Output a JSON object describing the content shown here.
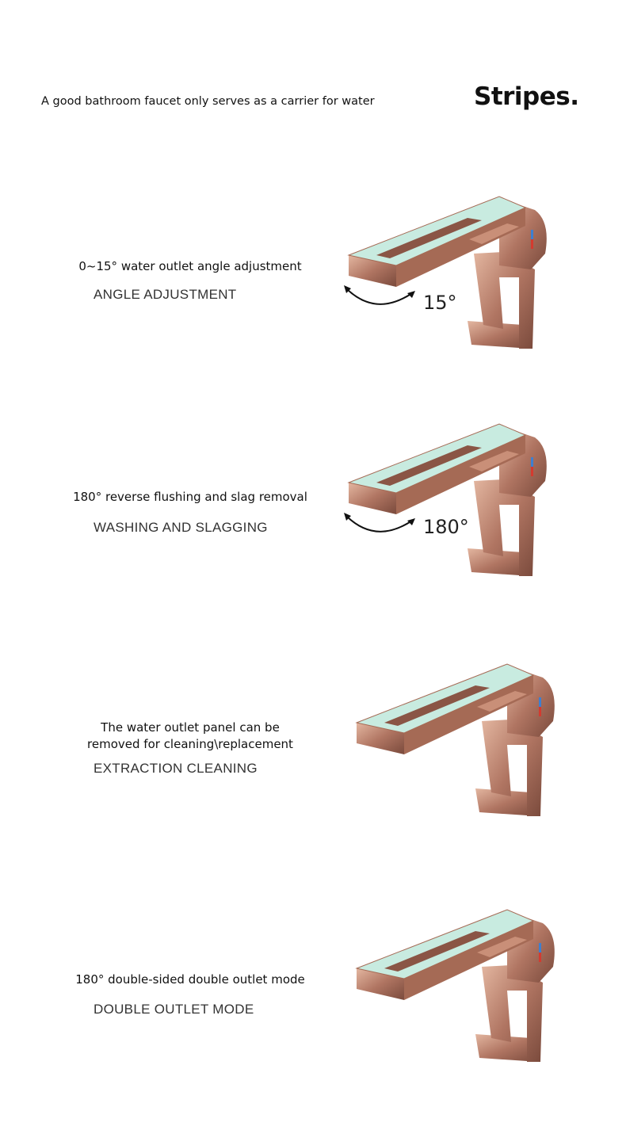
{
  "header": {
    "tagline": "A good bathroom faucet only serves as a carrier for water",
    "brand": "Stripes."
  },
  "features": [
    {
      "title": "0~15° water outlet angle adjustment",
      "subtitle": "ANGLE ADJUSTMENT",
      "angle_label": "15°"
    },
    {
      "title": "180° reverse flushing and slag removal",
      "subtitle": "WASHING AND SLAGGING",
      "angle_label": "180°"
    },
    {
      "title_lines": [
        "The water outlet panel can be",
        "removed for cleaning\\replacement"
      ],
      "subtitle": "EXTRACTION CLEANING"
    },
    {
      "title": "180° double-sided double outlet mode",
      "subtitle": "DOUBLE OUTLET MODE"
    }
  ],
  "colors": {
    "rose_gold": "#b9826a",
    "glass": "#c8ebe0",
    "hot": "#d43a2f",
    "cold": "#3d7fd0"
  }
}
